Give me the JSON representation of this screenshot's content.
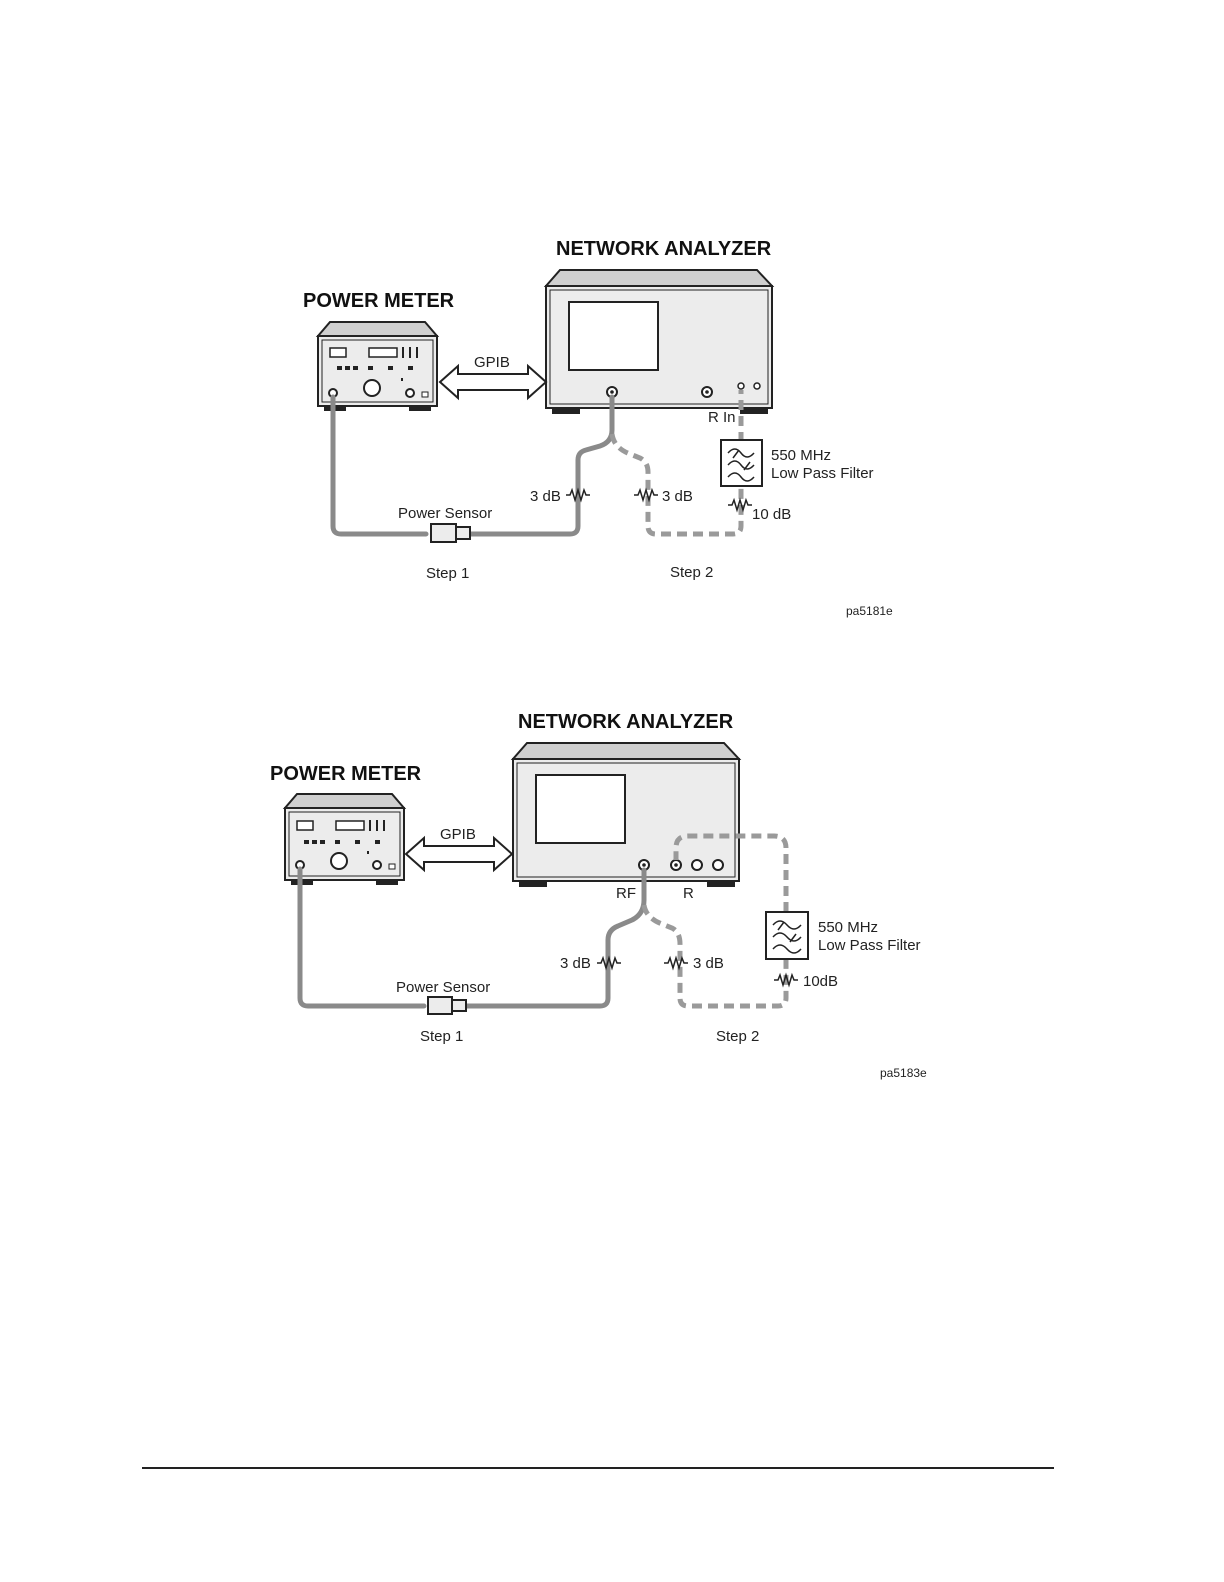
{
  "figures": [
    {
      "network_analyzer_label": "NETWORK ANALYZER",
      "power_meter_label": "POWER METER",
      "gpib_label": "GPIB",
      "port_label": "R In",
      "filter_label_1": "550 MHz",
      "filter_label_2": "Low Pass Filter",
      "atten_left_label": "3 dB",
      "atten_right_label": "3 dB",
      "atten_10_label": "10 dB",
      "sensor_label": "Power Sensor",
      "step1_label": "Step 1",
      "step2_label": "Step 2",
      "figure_id": "pa5181e"
    },
    {
      "network_analyzer_label": "NETWORK ANALYZER",
      "power_meter_label": "POWER METER",
      "gpib_label": "GPIB",
      "rf_port_label": "RF",
      "r_port_label": "R",
      "filter_label_1": "550 MHz",
      "filter_label_2": "Low Pass Filter",
      "atten_left_label": "3 dB",
      "atten_right_label": "3 dB",
      "atten_10_label": "10dB",
      "sensor_label": "Power Sensor",
      "step1_label": "Step 1",
      "step2_label": "Step 2",
      "figure_id": "pa5183e"
    }
  ],
  "colors": {
    "cable_solid": "#8a8a8a",
    "cable_dashed": "#9a9a9a",
    "instrument_fill": "#ececec",
    "instrument_top": "#cfcfcf",
    "outline": "#222222"
  }
}
